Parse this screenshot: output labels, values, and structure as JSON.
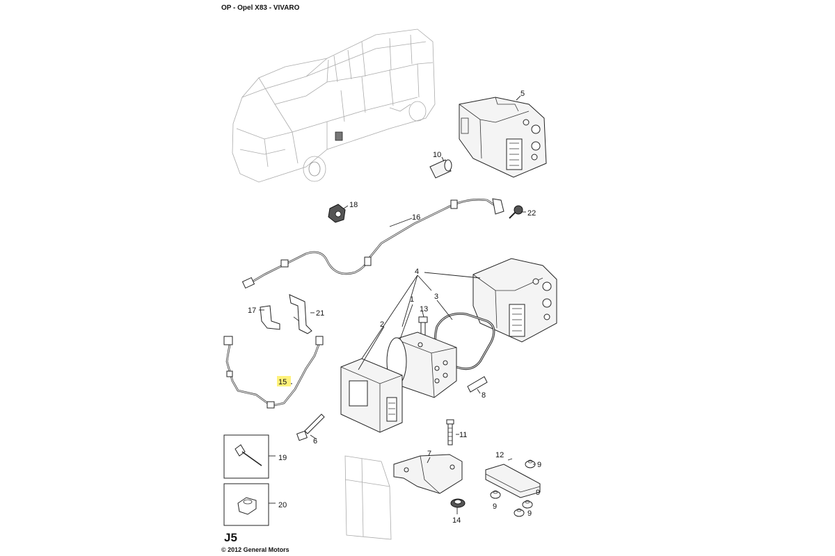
{
  "header": {
    "title": "OP - Opel X83 - VIVARO"
  },
  "section": {
    "code": "J5"
  },
  "copyright": "© 2012 General Motors",
  "highlight_color": "#fff27a",
  "callouts": [
    {
      "id": "1",
      "label": "1"
    },
    {
      "id": "2",
      "label": "2"
    },
    {
      "id": "3",
      "label": "3"
    },
    {
      "id": "4",
      "label": "4"
    },
    {
      "id": "5",
      "label": "5"
    },
    {
      "id": "6",
      "label": "6"
    },
    {
      "id": "7",
      "label": "7"
    },
    {
      "id": "8",
      "label": "8"
    },
    {
      "id": "9a",
      "label": "9"
    },
    {
      "id": "9b",
      "label": "9"
    },
    {
      "id": "9c",
      "label": "9"
    },
    {
      "id": "9d",
      "label": "9"
    },
    {
      "id": "10",
      "label": "10"
    },
    {
      "id": "11",
      "label": "11"
    },
    {
      "id": "12",
      "label": "12"
    },
    {
      "id": "13",
      "label": "13"
    },
    {
      "id": "14",
      "label": "14"
    },
    {
      "id": "15",
      "label": "15",
      "highlighted": true
    },
    {
      "id": "16",
      "label": "16"
    },
    {
      "id": "17",
      "label": "17"
    },
    {
      "id": "18",
      "label": "18"
    },
    {
      "id": "19",
      "label": "19"
    },
    {
      "id": "20",
      "label": "20"
    },
    {
      "id": "21",
      "label": "21"
    },
    {
      "id": "22",
      "label": "22"
    }
  ]
}
